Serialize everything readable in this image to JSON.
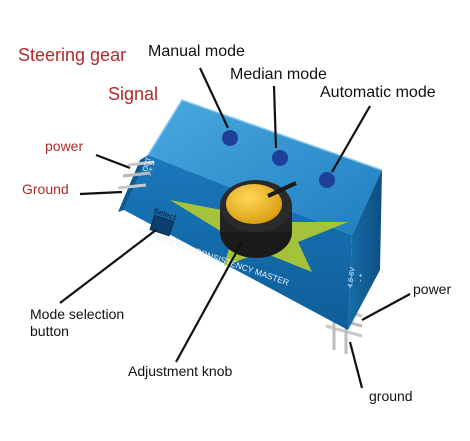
{
  "labels": {
    "steering_gear": "Steering gear",
    "signal": "Signal",
    "power_left": "power",
    "ground_left": "Ground",
    "manual_mode": "Manual mode",
    "median_mode": "Median mode",
    "automatic_mode": "Automatic mode",
    "mode_selection_line1": "Mode selection",
    "mode_selection_line2": "button",
    "adjustment_knob": "Adjustment knob",
    "power_right": "power",
    "ground_right": "ground"
  },
  "device_text": {
    "front_caption": "CCPM SERVO CONSISTENCY MASTER",
    "select": "Select",
    "out": "OUT",
    "voltage": "4.8-6V",
    "pin_marks_left": "- + S",
    "pin_marks_right": "- +"
  },
  "colors": {
    "label_red": "#b02a2a",
    "label_black": "#111111",
    "case_blue": "#1f87c8",
    "knob_yellow": "#f2b21a",
    "led_blue": "#1e3f9a"
  }
}
